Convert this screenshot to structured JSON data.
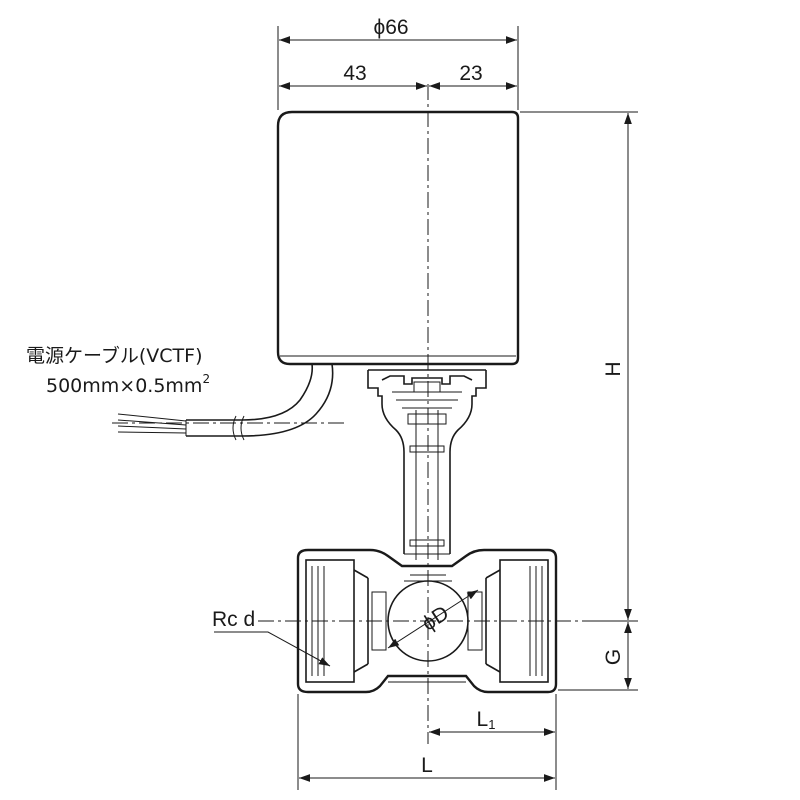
{
  "dimensions": {
    "outer_diameter": "ϕ66",
    "left_offset": "43",
    "right_offset": "23",
    "height": "H",
    "g_height": "G",
    "length": "L",
    "l1_main": "L",
    "l1_sub": "1",
    "thread": "Rc d",
    "bore": "ϕD"
  },
  "cable": {
    "name": "電源ケーブル(VCTF)",
    "spec": "500mm×0.5mm",
    "spec_sup": "2"
  }
}
